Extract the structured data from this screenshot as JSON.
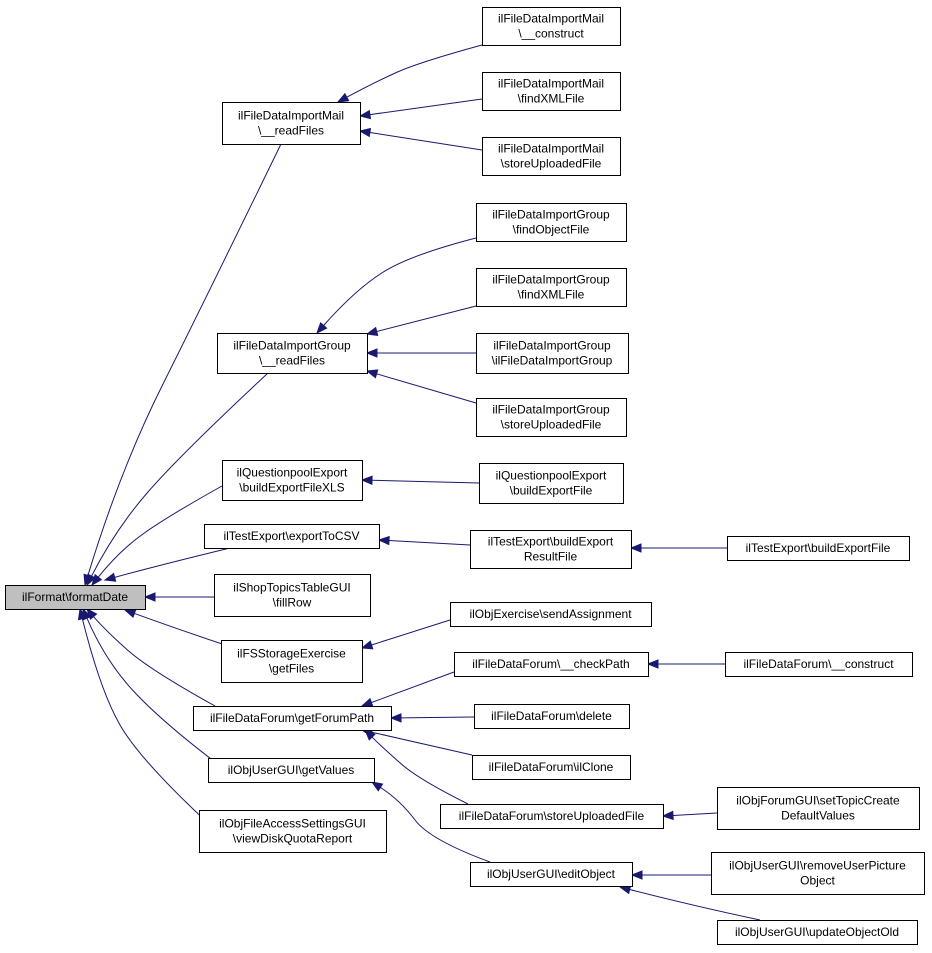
{
  "diagram": {
    "nodes": [
      {
        "id": "root",
        "lines": [
          "ilFormat\\formatDate"
        ]
      },
      {
        "id": "mail_read",
        "lines": [
          "ilFileDataImportMail",
          "\\__readFiles"
        ]
      },
      {
        "id": "mail_construct",
        "lines": [
          "ilFileDataImportMail",
          "\\__construct"
        ]
      },
      {
        "id": "mail_findxml",
        "lines": [
          "ilFileDataImportMail",
          "\\findXMLFile"
        ]
      },
      {
        "id": "mail_store",
        "lines": [
          "ilFileDataImportMail",
          "\\storeUploadedFile"
        ]
      },
      {
        "id": "grp_read",
        "lines": [
          "ilFileDataImportGroup",
          "\\__readFiles"
        ]
      },
      {
        "id": "grp_findobj",
        "lines": [
          "ilFileDataImportGroup",
          "\\findObjectFile"
        ]
      },
      {
        "id": "grp_findxml",
        "lines": [
          "ilFileDataImportGroup",
          "\\findXMLFile"
        ]
      },
      {
        "id": "grp_ctor",
        "lines": [
          "ilFileDataImportGroup",
          "\\ilFileDataImportGroup"
        ]
      },
      {
        "id": "grp_store",
        "lines": [
          "ilFileDataImportGroup",
          "\\storeUploadedFile"
        ]
      },
      {
        "id": "qp_xls",
        "lines": [
          "ilQuestionpoolExport",
          "\\buildExportFileXLS"
        ]
      },
      {
        "id": "qp_build",
        "lines": [
          "ilQuestionpoolExport",
          "\\buildExportFile"
        ]
      },
      {
        "id": "te_csv",
        "lines": [
          "ilTestExport\\exportToCSV"
        ]
      },
      {
        "id": "te_result",
        "lines": [
          "ilTestExport\\buildExport",
          "ResultFile"
        ]
      },
      {
        "id": "te_build",
        "lines": [
          "ilTestExport\\buildExportFile"
        ]
      },
      {
        "id": "shop_fill",
        "lines": [
          "ilShopTopicsTableGUI",
          "\\fillRow"
        ]
      },
      {
        "id": "fs_getfiles",
        "lines": [
          "ilFSStorageExercise",
          "\\getFiles"
        ]
      },
      {
        "id": "ex_send",
        "lines": [
          "ilObjExercise\\sendAssignment"
        ]
      },
      {
        "id": "forum_path",
        "lines": [
          "ilFileDataForum\\getForumPath"
        ]
      },
      {
        "id": "forum_check",
        "lines": [
          "ilFileDataForum\\__checkPath"
        ]
      },
      {
        "id": "forum_construct",
        "lines": [
          "ilFileDataForum\\__construct"
        ]
      },
      {
        "id": "forum_delete",
        "lines": [
          "ilFileDataForum\\delete"
        ]
      },
      {
        "id": "forum_clone",
        "lines": [
          "ilFileDataForum\\ilClone"
        ]
      },
      {
        "id": "forum_store",
        "lines": [
          "ilFileDataForum\\storeUploadedFile"
        ]
      },
      {
        "id": "forumgui_set",
        "lines": [
          "ilObjForumGUI\\setTopicCreate",
          "DefaultValues"
        ]
      },
      {
        "id": "ugui_getvalues",
        "lines": [
          "ilObjUserGUI\\getValues"
        ]
      },
      {
        "id": "ugui_edit",
        "lines": [
          "ilObjUserGUI\\editObject"
        ]
      },
      {
        "id": "ugui_remove",
        "lines": [
          "ilObjUserGUI\\removeUserPicture",
          "Object"
        ]
      },
      {
        "id": "ugui_update",
        "lines": [
          "ilObjUserGUI\\updateObjectOld"
        ]
      },
      {
        "id": "fa_quota",
        "lines": [
          "ilObjFileAccessSettingsGUI",
          "\\viewDiskQuotaReport"
        ]
      }
    ],
    "edges": [
      {
        "from": "mail_read",
        "to": "root"
      },
      {
        "from": "grp_read",
        "to": "root"
      },
      {
        "from": "qp_xls",
        "to": "root"
      },
      {
        "from": "te_csv",
        "to": "root"
      },
      {
        "from": "shop_fill",
        "to": "root"
      },
      {
        "from": "fs_getfiles",
        "to": "root"
      },
      {
        "from": "forum_path",
        "to": "root"
      },
      {
        "from": "ugui_getvalues",
        "to": "root"
      },
      {
        "from": "fa_quota",
        "to": "root"
      },
      {
        "from": "mail_construct",
        "to": "mail_read"
      },
      {
        "from": "mail_findxml",
        "to": "mail_read"
      },
      {
        "from": "mail_store",
        "to": "mail_read"
      },
      {
        "from": "grp_findobj",
        "to": "grp_read"
      },
      {
        "from": "grp_findxml",
        "to": "grp_read"
      },
      {
        "from": "grp_ctor",
        "to": "grp_read"
      },
      {
        "from": "grp_store",
        "to": "grp_read"
      },
      {
        "from": "qp_build",
        "to": "qp_xls"
      },
      {
        "from": "te_result",
        "to": "te_csv"
      },
      {
        "from": "te_build",
        "to": "te_result"
      },
      {
        "from": "ex_send",
        "to": "fs_getfiles"
      },
      {
        "from": "forum_check",
        "to": "forum_path"
      },
      {
        "from": "forum_delete",
        "to": "forum_path"
      },
      {
        "from": "forum_clone",
        "to": "forum_path"
      },
      {
        "from": "forum_store",
        "to": "forum_path"
      },
      {
        "from": "forum_construct",
        "to": "forum_check"
      },
      {
        "from": "forumgui_set",
        "to": "forum_store"
      },
      {
        "from": "ugui_edit",
        "to": "ugui_getvalues"
      },
      {
        "from": "ugui_remove",
        "to": "ugui_edit"
      },
      {
        "from": "ugui_update",
        "to": "ugui_edit"
      }
    ]
  }
}
